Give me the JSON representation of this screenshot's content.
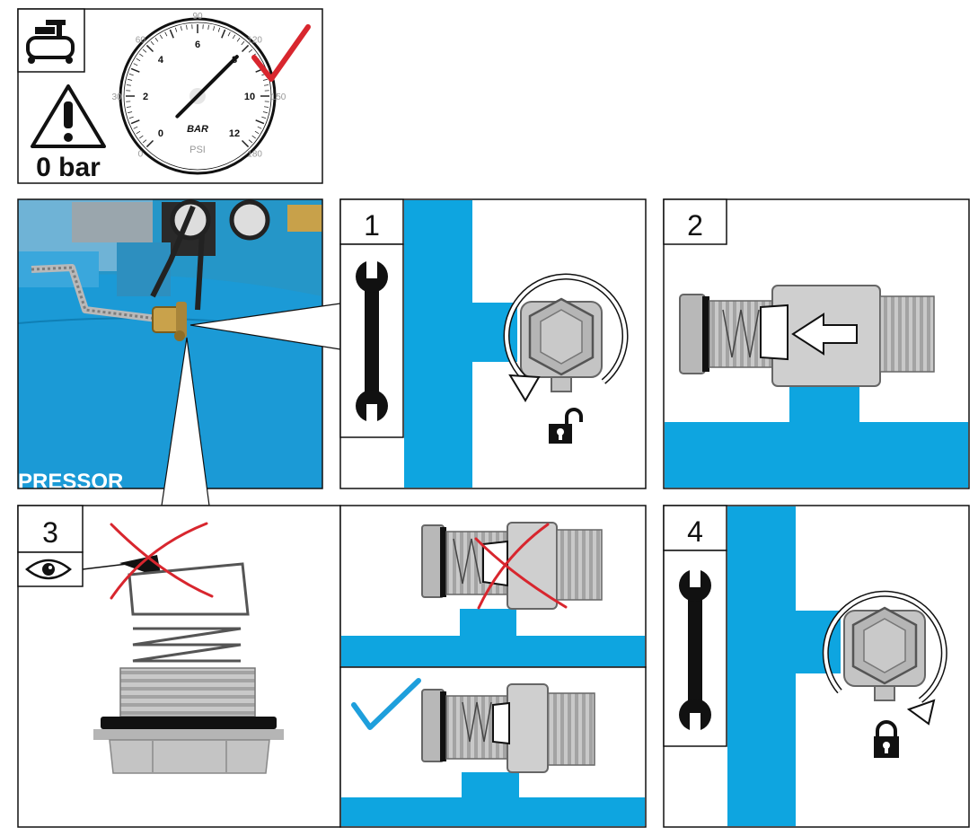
{
  "header": {
    "pressure_text": "0 bar"
  },
  "gauge": {
    "unit_bar": "BAR",
    "unit_psi": "PSI",
    "bar_ticks": [
      "0",
      "2",
      "4",
      "6",
      "8",
      "10",
      "12"
    ],
    "psi_ticks": [
      "0",
      "30",
      "60",
      "90",
      "120",
      "150",
      "180"
    ],
    "needle_value_bar": 8
  },
  "photo": {
    "tank_lettering": "PRESSOR"
  },
  "steps": [
    {
      "number": "1"
    },
    {
      "number": "2"
    },
    {
      "number": "3"
    },
    {
      "number": "4"
    }
  ],
  "colors": {
    "accent_blue": "#0ea5e0",
    "check_red": "#d8262e",
    "check_blue": "#1e9fdc",
    "metal": "#c4c4c4",
    "metal_dark": "#8a8a8a"
  },
  "icons": [
    "compressor-icon",
    "warning-icon",
    "pressure-gauge",
    "approved-check-icon",
    "wrench-icon",
    "unlock-icon",
    "lock-icon",
    "eye-icon",
    "rejected-cross-icon"
  ]
}
